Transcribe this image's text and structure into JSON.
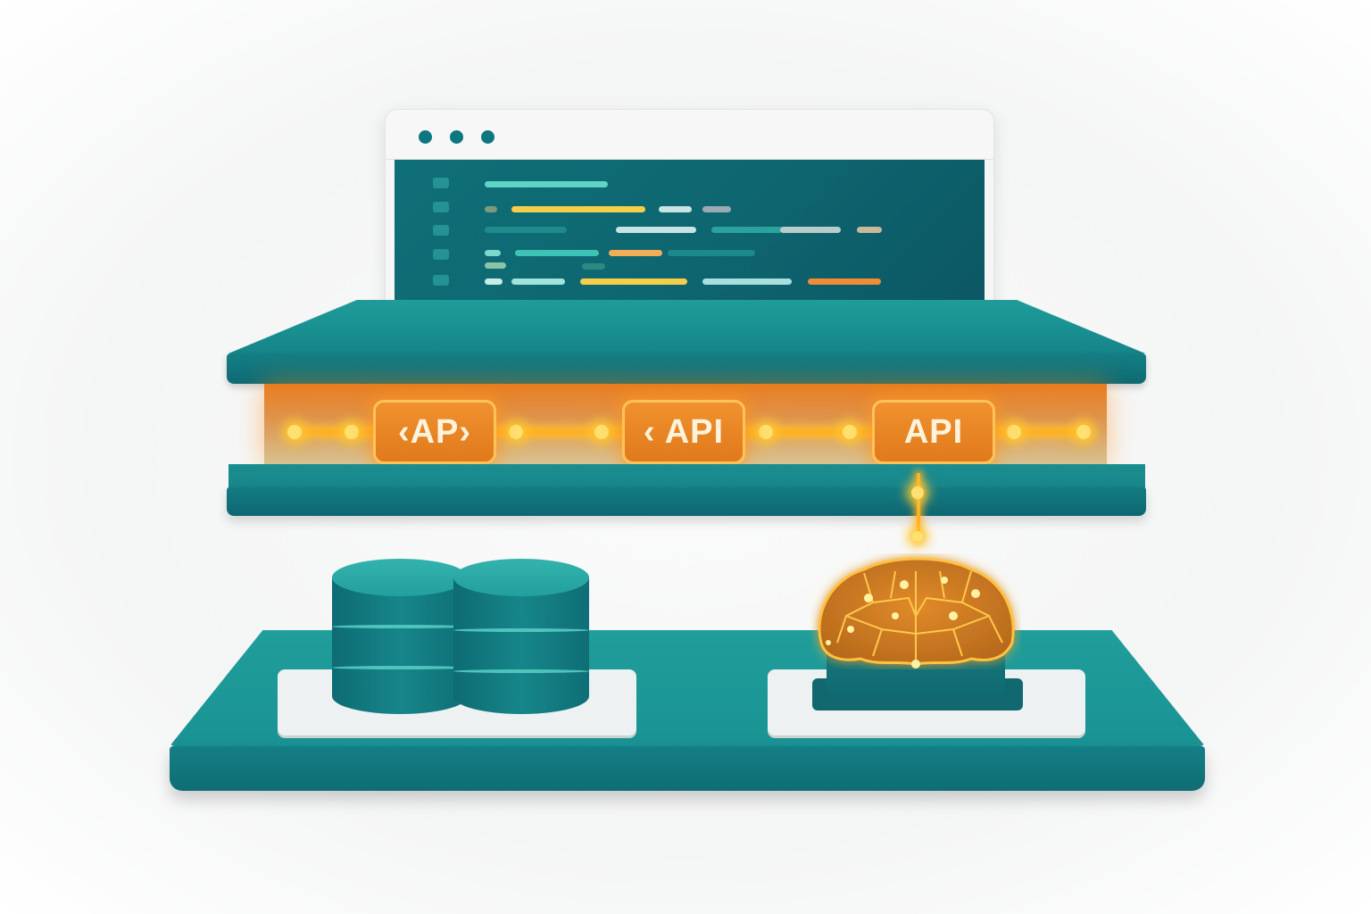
{
  "scene": {
    "description": "Layered architecture illustration: code window, API layer shelf, data and AI platform",
    "colors": {
      "teal_primary": "#17868a",
      "teal_dark": "#0e6670",
      "teal_light": "#34b2ac",
      "orange_glow": "#f0912f",
      "orange_border": "#ffc25a",
      "glow_yellow": "#ffe070",
      "window_frame": "#f6f6f6"
    }
  },
  "window": {
    "title_dots": 3,
    "code_lines": 6,
    "code_colors": [
      "#5fd4c6",
      "#f5cf4a",
      "#b8dfe0",
      "#f08c36",
      "#2aa29e",
      "#9aa9b4"
    ]
  },
  "api_layer": {
    "chips": [
      {
        "label": "‹AP›"
      },
      {
        "label": "‹ API"
      },
      {
        "label": "API"
      }
    ]
  },
  "base_platform": {
    "left_item": "database-cylinders",
    "right_item": "ai-brain-chip"
  }
}
